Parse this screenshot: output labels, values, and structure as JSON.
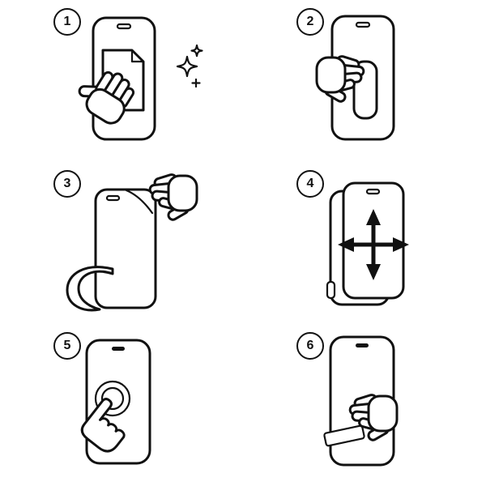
{
  "figure": {
    "type": "instruction-diagram",
    "line_color": "#111111",
    "background_color": "#ffffff"
  },
  "steps": [
    {
      "number": "1",
      "name": "clean-screen",
      "icons": [
        "phone-outline",
        "cleaning-wipe",
        "hand-wiping",
        "sparkle-icon"
      ]
    },
    {
      "number": "2",
      "name": "peel-liner-tab",
      "icons": [
        "phone-outline",
        "pull-tab",
        "hand-gripping"
      ]
    },
    {
      "number": "3",
      "name": "remove-top-film",
      "icons": [
        "phone-outline",
        "film-corner",
        "hand-pinching",
        "hand-holding"
      ]
    },
    {
      "number": "4",
      "name": "align-protector",
      "icons": [
        "phone-outline",
        "protector-sheet",
        "move-arrows-icon"
      ]
    },
    {
      "number": "5",
      "name": "press-center",
      "icons": [
        "phone-outline",
        "press-ripple-icon",
        "hand-pressing"
      ]
    },
    {
      "number": "6",
      "name": "smooth-surface",
      "icons": [
        "phone-outline",
        "applicator-card",
        "hand-smoothing"
      ]
    }
  ]
}
